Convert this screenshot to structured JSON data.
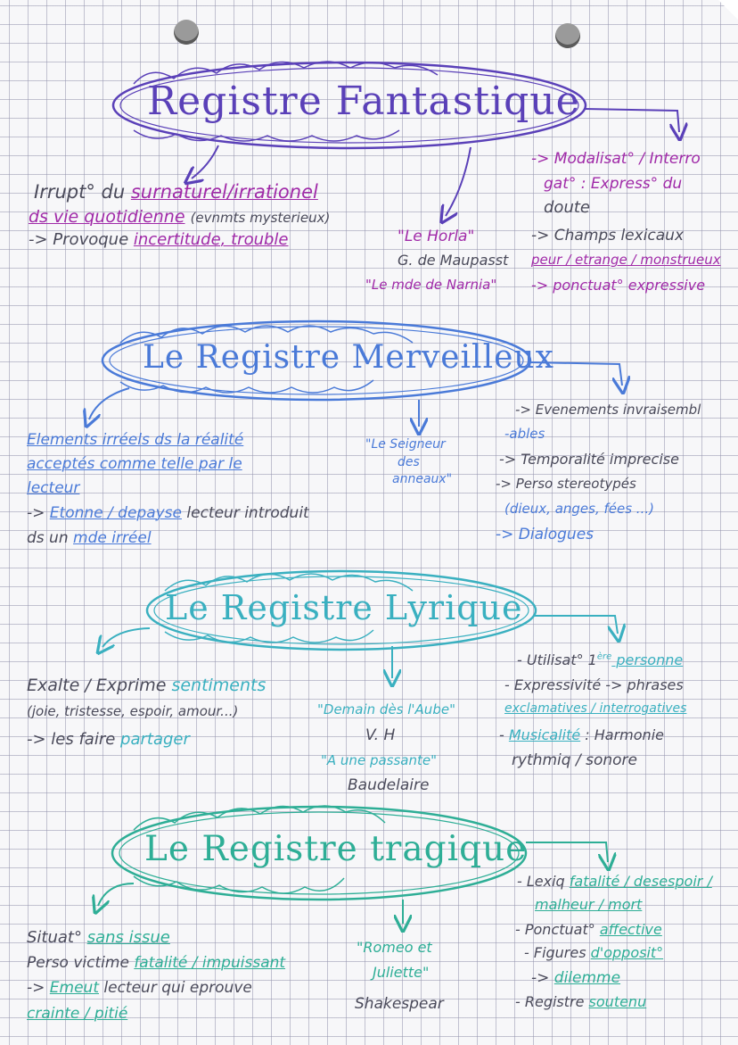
{
  "colors": {
    "fantastique": "#5a40b8",
    "merveilleux": "#4a7ad8",
    "lyrique": "#3ab0c0",
    "tragique": "#2eae96",
    "purple": "#a02aa8",
    "ink": "#4a4a5a"
  },
  "fantastique": {
    "title": "Registre Fantastique",
    "left": {
      "l1a": "Irrupt° du ",
      "l1b": "surnaturel/irrationel",
      "l2": "ds vie quotidienne",
      "l2b": "(evnmts mysterieux)",
      "l3a": "-> Provoque ",
      "l3b": "incertitude, trouble"
    },
    "middle": {
      "l1": "\"Le Horla\"",
      "l2": "G. de Maupasst",
      "l3": "\"Le mde de Narnia\""
    },
    "right": {
      "l1": "-> Modalisat° / Interro",
      "l2": "gat° : Express° du",
      "l3": "doute",
      "l4": "-> Champs lexicaux",
      "l5": "peur / etrange / monstrueux",
      "l6": "-> ponctuat° expressive"
    }
  },
  "merveilleux": {
    "title": "Le Registre Merveilleux",
    "left": {
      "l1": "Elements irréels ds la réalité",
      "l2": "acceptés comme telle par le",
      "l3": "lecteur",
      "l4a": "-> ",
      "l4b": "Etonne / depayse",
      "l4c": " lecteur introduit",
      "l5a": "ds un ",
      "l5b": "mde irréel"
    },
    "middle": {
      "l1": "\"Le Seigneur",
      "l2": "des",
      "l3": "anneaux\""
    },
    "right": {
      "l1": "-> Evenements invraisembl",
      "l2": "-ables",
      "l3": "-> Temporalité imprecise",
      "l4": "-> Perso stereotypés",
      "l5": "(dieux, anges, fées ...)",
      "l6": "-> Dialogues"
    }
  },
  "lyrique": {
    "title": "Le Registre Lyrique",
    "left": {
      "l1a": "Exalte / Exprime ",
      "l1b": "sentiments",
      "l2": "(joie, tristesse, espoir, amour...)",
      "l3a": "-> les faire ",
      "l3b": "partager"
    },
    "middle": {
      "l1": "\"Demain dès l'Aube\"",
      "l2": "V. H",
      "l3": "\"A une passante\"",
      "l4": "Baudelaire"
    },
    "right": {
      "l1a": "- Utilisat° 1",
      "l1sup": "ère",
      "l1b": " personne",
      "l2": "- Expressivité -> phrases",
      "l3": "exclamatives / interrogatives",
      "l4a": "- ",
      "l4b": "Musicalité",
      "l4c": " : Harmonie",
      "l5": "rythmiq / sonore"
    }
  },
  "tragique": {
    "title": "Le Registre tragique",
    "left": {
      "l1a": "Situat° ",
      "l1b": "sans issue",
      "l2a": "Perso victime ",
      "l2b": "fatalité / impuissant",
      "l3a": "-> ",
      "l3b": "Emeut",
      "l3c": " lecteur qui eprouve",
      "l4": "crainte / pitié"
    },
    "middle": {
      "l1": "\"Romeo et",
      "l2": "Juliette\"",
      "l3": "Shakespear"
    },
    "right": {
      "l1a": "- Lexiq ",
      "l1b": "fatalité / desespoir /",
      "l2": "malheur / mort",
      "l3a": "- Ponctuat° ",
      "l3b": "affective",
      "l4a": "- Figures ",
      "l4b": "d'opposit°",
      "l5a": "-> ",
      "l5b": "dilemme",
      "l6a": "- Registre ",
      "l6b": "soutenu"
    }
  }
}
